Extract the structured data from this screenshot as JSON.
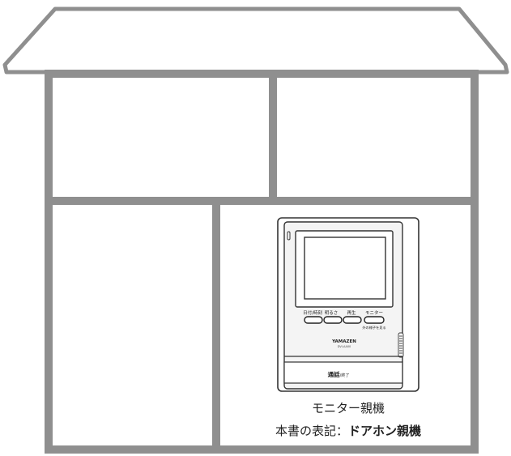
{
  "device": {
    "buttons": [
      "日付/時刻",
      "明るさ",
      "再生",
      "モニター"
    ],
    "monitor_note": "外の様子を見る",
    "brand": "YAMAZEN",
    "model": "DVI-AA00",
    "talk_label_main": "通話",
    "talk_label_sub": "/終了"
  },
  "caption": {
    "line1": "モニター親機",
    "line2_prefix": "本書の表記：",
    "line2_bold": "ドアホン親機"
  },
  "colors": {
    "house_gray": "#8f8f8f",
    "outline": "#333333",
    "device_face": "#f4f4f4"
  }
}
